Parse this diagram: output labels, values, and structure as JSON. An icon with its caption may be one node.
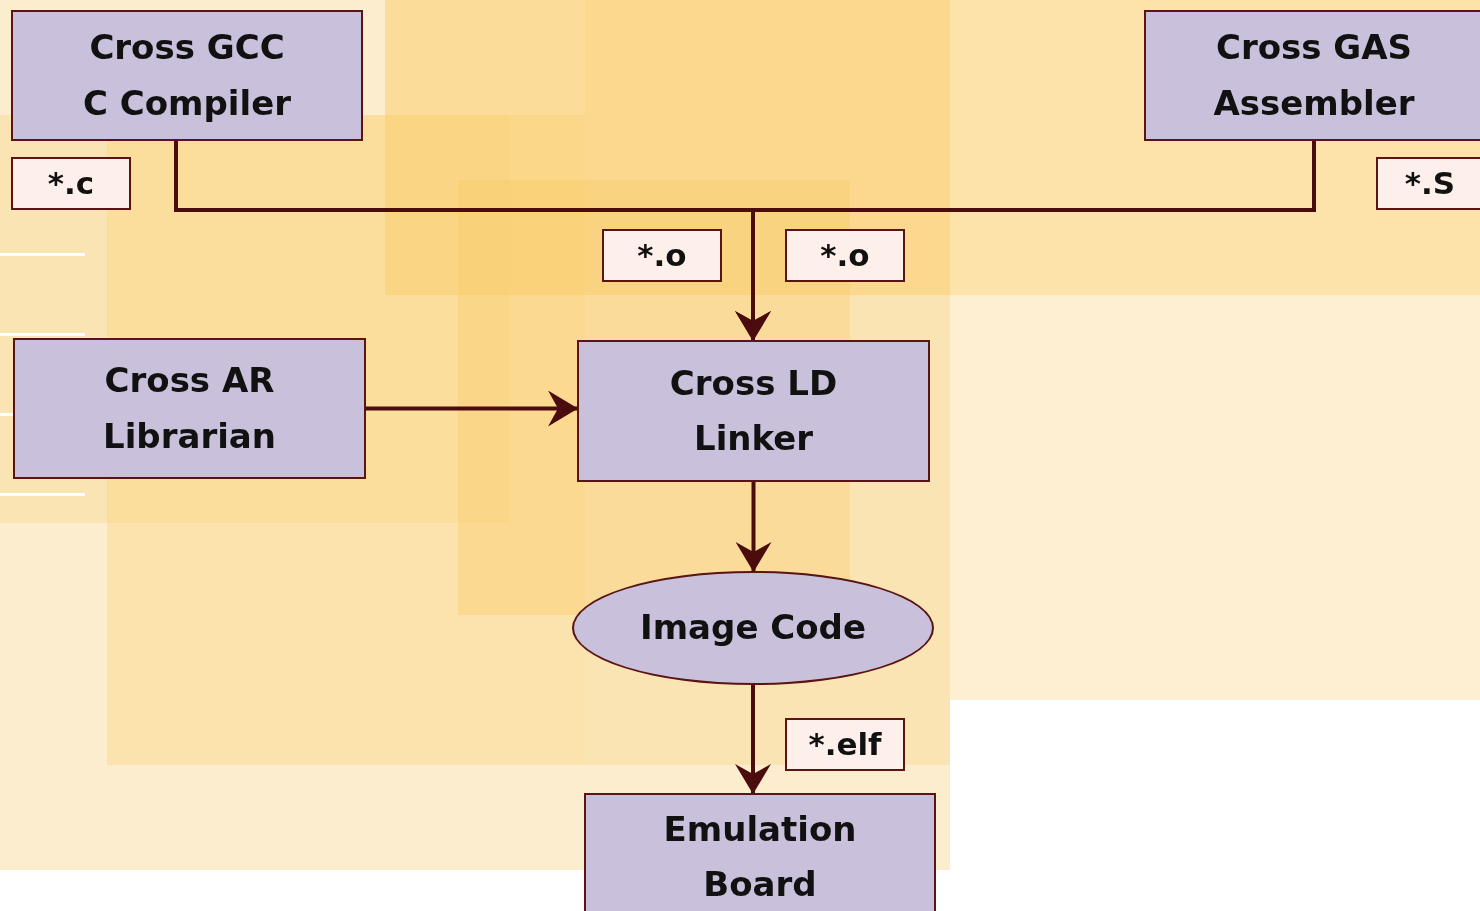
{
  "diagram": {
    "nodes": [
      {
        "text": [
          "Cross GCC C Compiler"
        ]
      },
      {
        "text": [
          "Cross GAS Assembler"
        ]
      },
      {
        "text": [
          "*.c"
        ]
      },
      {
        "text": [
          "*.S"
        ]
      },
      {
        "text": [
          "*.o"
        ]
      },
      {
        "text": [
          "*.o"
        ]
      },
      {
        "text": [
          "Cross AR Librarian"
        ]
      },
      {
        "text": [
          "Cross LD Linker"
        ]
      },
      {
        "text": [
          "Image Code"
        ]
      },
      {
        "text": [
          "*.elf"
        ]
      },
      {
        "text": [
          "Emulation Board"
        ]
      }
    ],
    "edges": [
      {
        "from": 0,
        "to": 7,
        "arrow": "to"
      },
      {
        "from": 1,
        "to": 7,
        "arrow": "to"
      },
      {
        "from": 6,
        "to": 7,
        "arrow": "to"
      },
      {
        "from": 7,
        "to": 8,
        "arrow": "to"
      },
      {
        "from": 8,
        "to": 10,
        "arrow": "to"
      }
    ]
  }
}
